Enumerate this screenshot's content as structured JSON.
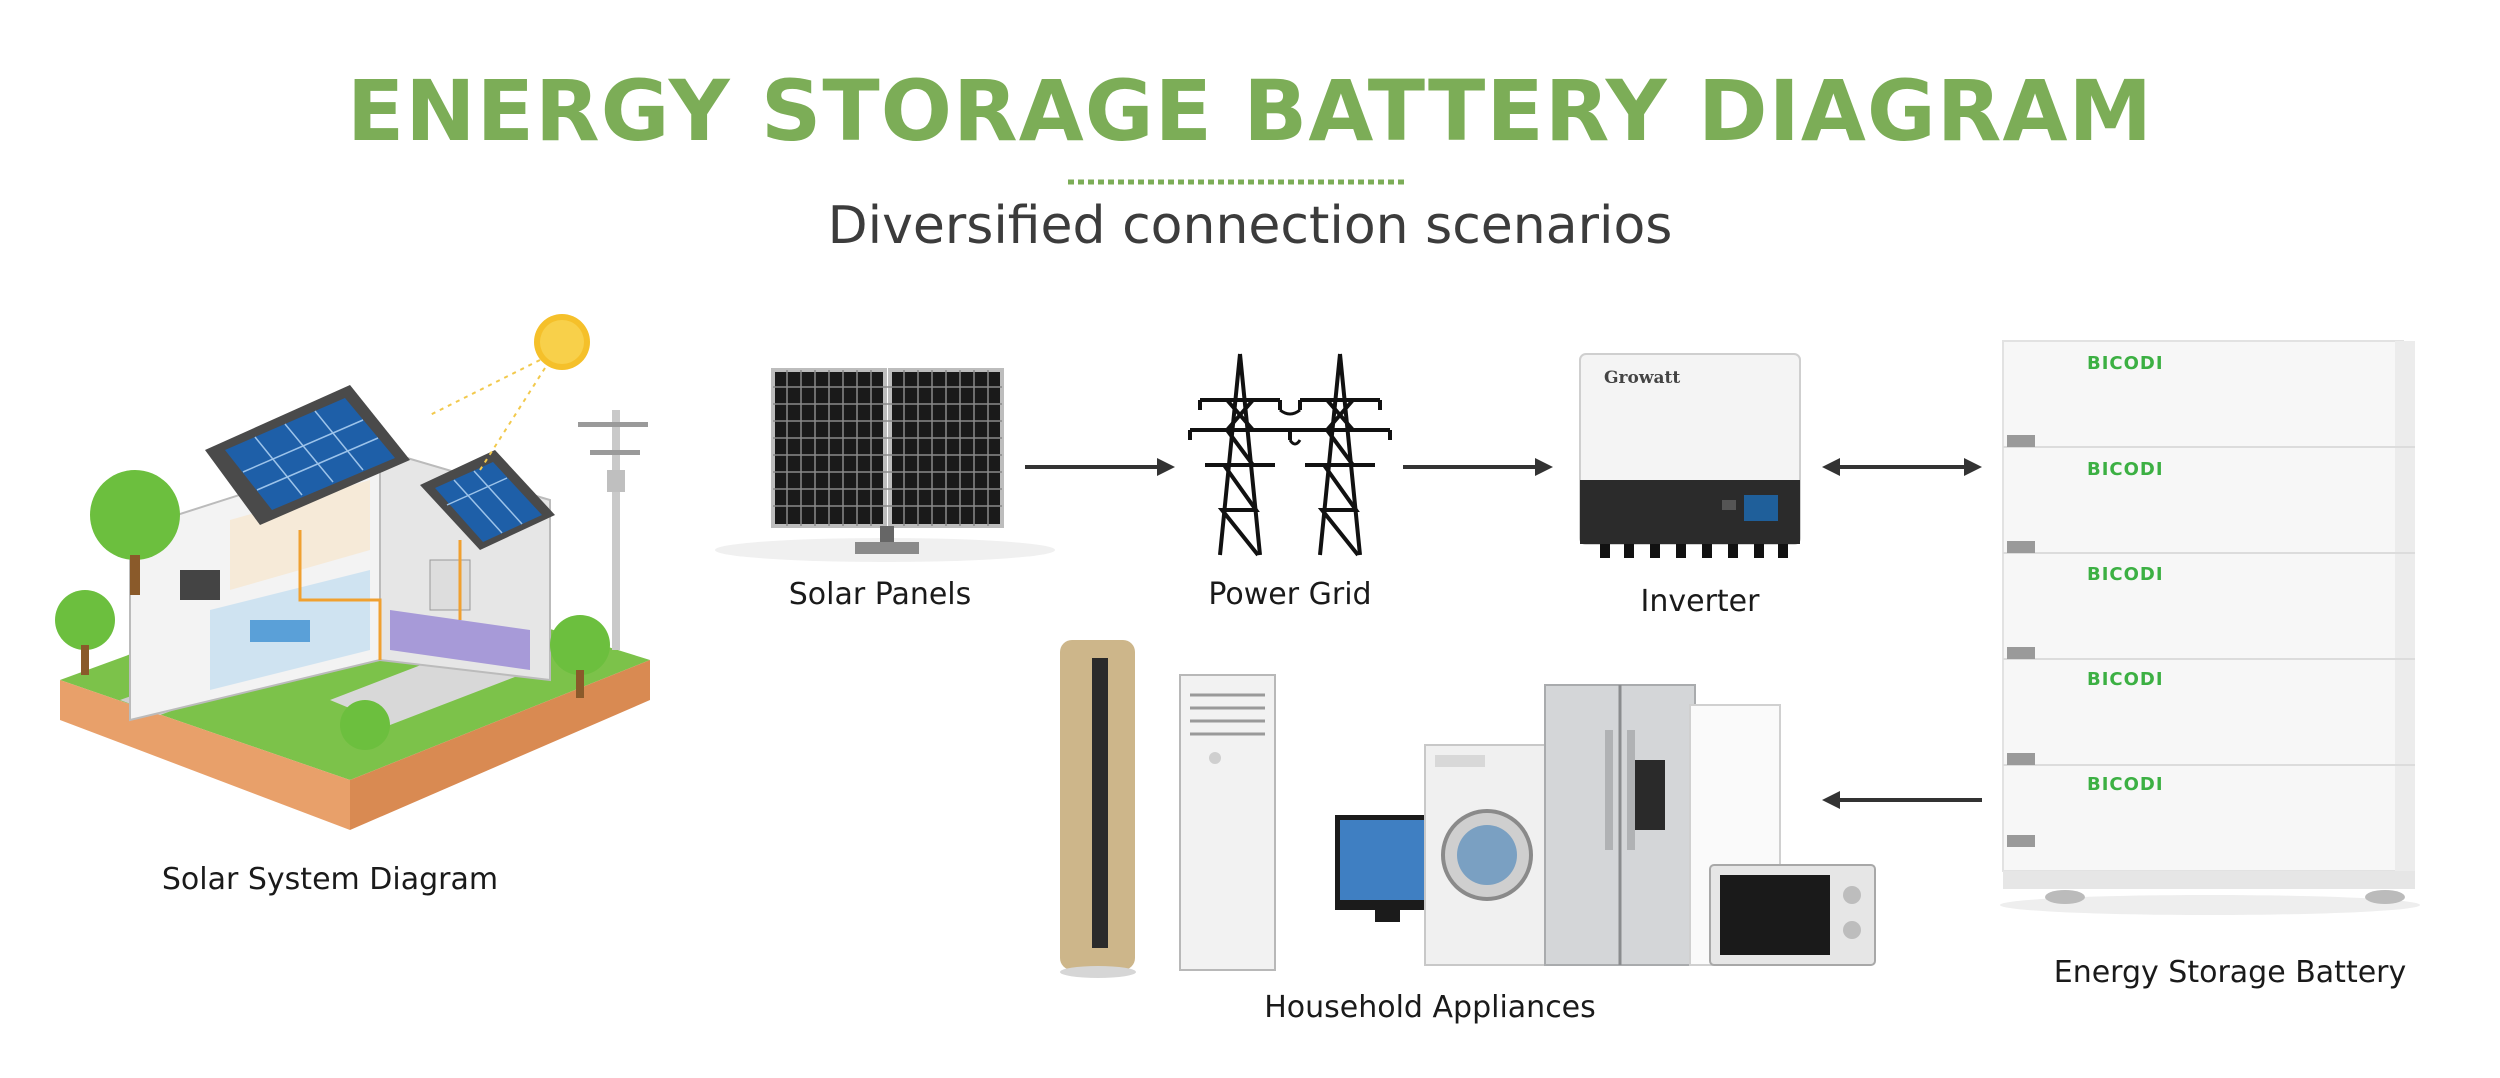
{
  "header": {
    "title": "ENERGY STORAGE BATTERY DIAGRAM",
    "subtitle": "Diversified connection scenarios"
  },
  "colors": {
    "accent_green": "#7cad57",
    "text": "#1a1a1a",
    "subtitle": "#3c3c3c",
    "arrow": "#333333",
    "brand_green": "#3cb043"
  },
  "nodes": {
    "solar_system": {
      "label": "Solar System Diagram"
    },
    "solar_panels": {
      "label": "Solar Panels"
    },
    "power_grid": {
      "label": "Power Grid"
    },
    "inverter": {
      "label": "Inverter",
      "brand": "Growatt"
    },
    "battery": {
      "label": "Energy Storage Battery",
      "brand": "BICODI"
    },
    "appliances": {
      "label": "Household Appliances"
    }
  }
}
